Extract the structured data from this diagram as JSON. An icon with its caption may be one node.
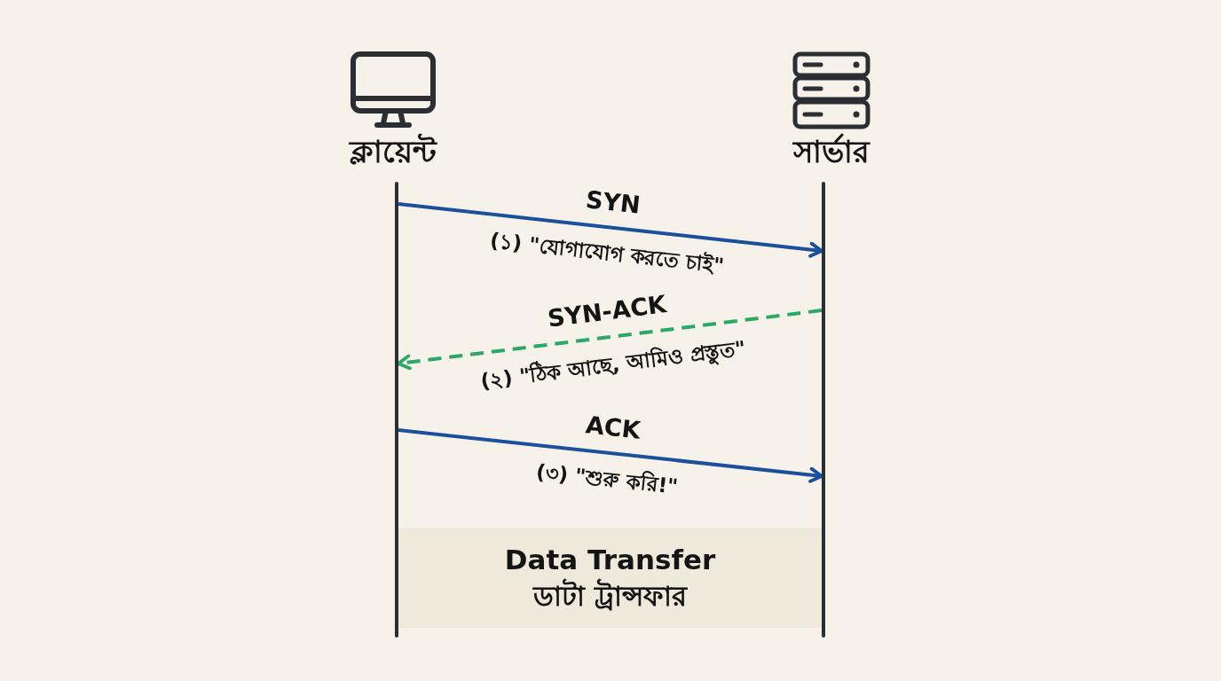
{
  "diagram": {
    "nodes": [
      {
        "text": [
          "ক্লায়েন্ট"
        ]
      },
      {
        "text": [
          "সার্ভার"
        ]
      },
      {
        "text": [],
        "shape": "bar"
      },
      {
        "text": [],
        "shape": "bar"
      },
      {
        "text": [
          "Data Transfer",
          "ডাটা ট্রান্সফার"
        ]
      }
    ],
    "edges": [
      {
        "from": 2,
        "to": 3,
        "arrow": "to",
        "label": "SYN"
      },
      {
        "from": 3,
        "to": 2,
        "arrow": "to",
        "label": "SYN-ACK",
        "style": "dashed",
        "color": "#2aa866"
      },
      {
        "from": 2,
        "to": 3,
        "arrow": "to",
        "label": "ACK"
      }
    ],
    "labels": [
      "(১) \"যোগাযোগ করতে চাই\"",
      "(২) \"ঠিক আছে, আমিও প্রস্তুত\"",
      "(৩) \"শুরু করি!\""
    ]
  }
}
